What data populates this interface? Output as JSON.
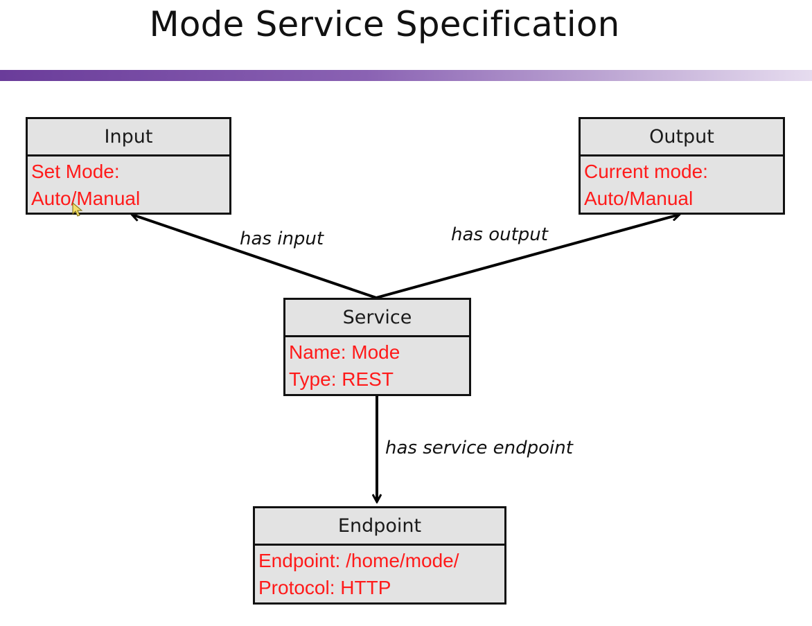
{
  "slide": {
    "title": "Mode Service Specification"
  },
  "boxes": {
    "input": {
      "header": "Input",
      "lines": [
        "Set Mode:",
        "Auto/Manual"
      ]
    },
    "output": {
      "header": "Output",
      "lines": [
        "Current mode:",
        "Auto/Manual"
      ]
    },
    "service": {
      "header": "Service",
      "lines": [
        "Name: Mode",
        "Type: REST"
      ]
    },
    "endpoint": {
      "header": "Endpoint",
      "lines": [
        "Endpoint: /home/mode/",
        "Protocol: HTTP"
      ]
    }
  },
  "edges": {
    "has_input": "has input",
    "has_output": "has output",
    "has_service_endpoint": "has service endpoint"
  },
  "colors": {
    "attribute_text": "#ff1a1a",
    "box_fill": "#e3e3e3",
    "title_bar_start": "#6a3c9a",
    "title_bar_end": "#e6dcef"
  }
}
